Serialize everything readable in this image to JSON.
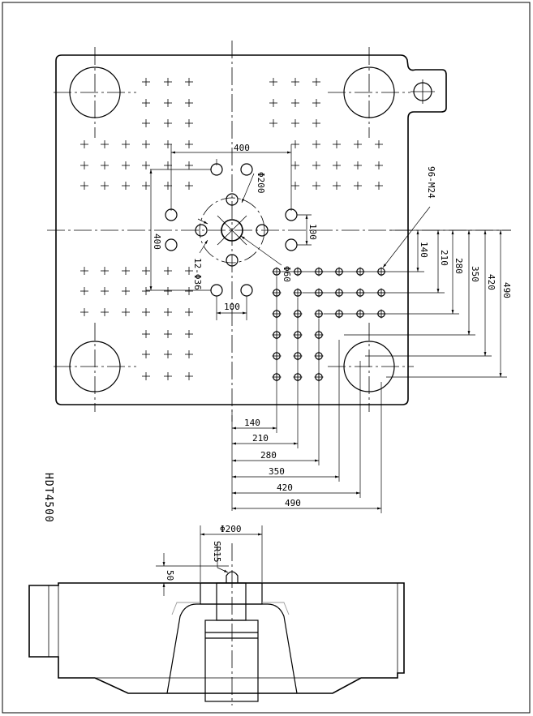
{
  "model_code": "HDT4500",
  "dimensions": {
    "top_400": "400",
    "left_400": "400",
    "top_100": "100",
    "right_100": "100",
    "phi200": "Φ200",
    "phi60": "Φ60",
    "holes_12": "12-Φ36",
    "m24": "96-M24",
    "phi200_side": "Φ200",
    "sr15": "SR15",
    "side_50": "50"
  },
  "grid_offsets": [
    "140",
    "210",
    "280",
    "350",
    "420",
    "490"
  ]
}
